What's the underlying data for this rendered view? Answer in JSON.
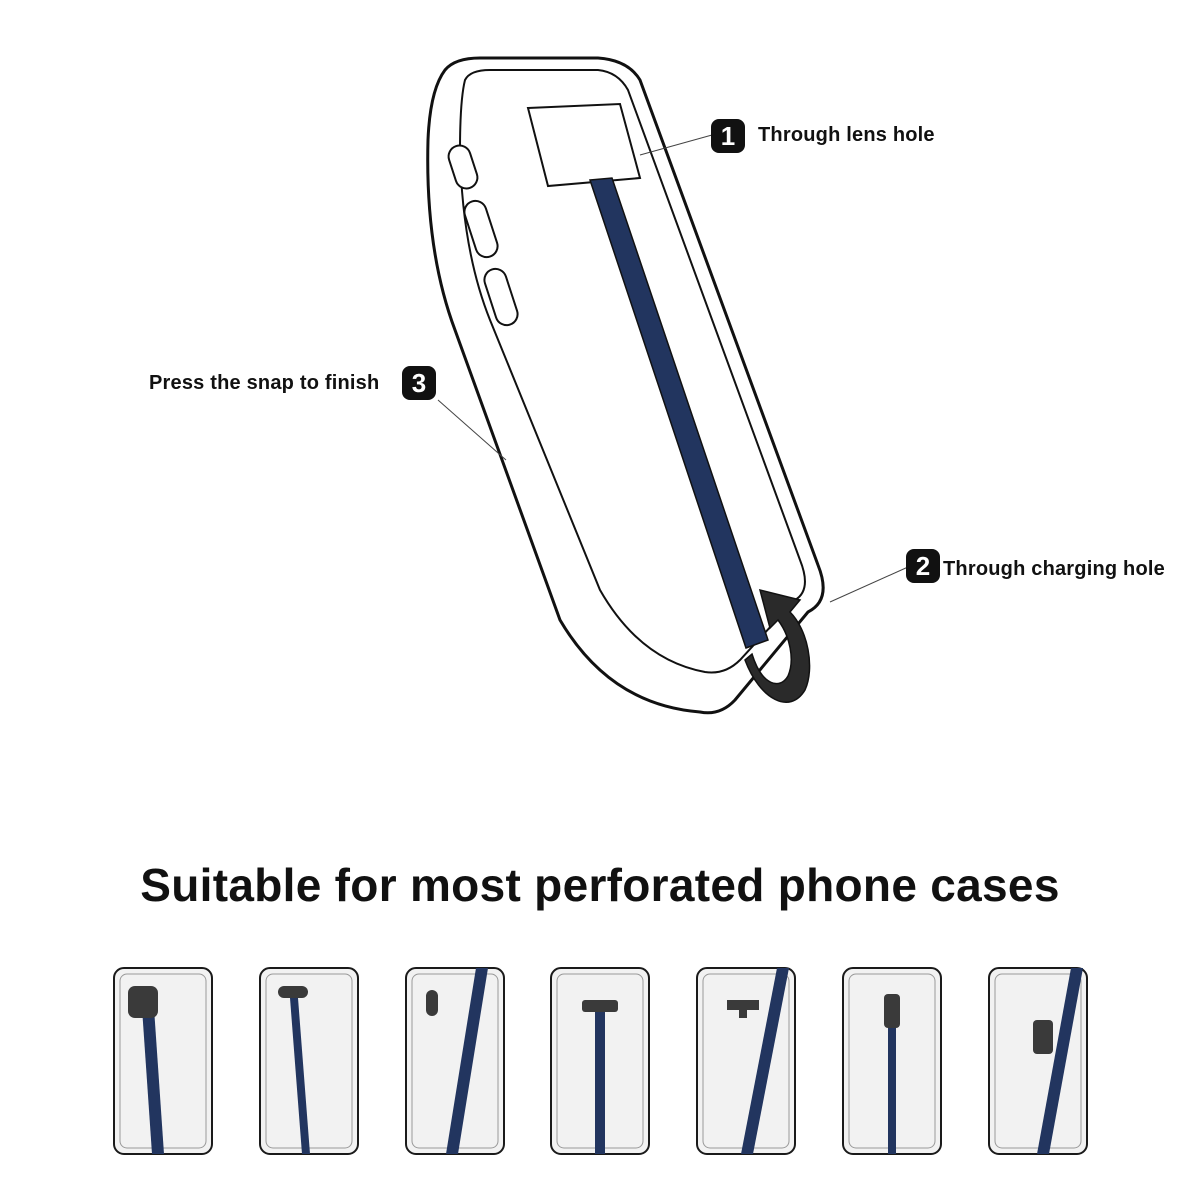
{
  "callouts": {
    "step1": {
      "number": "1",
      "label": "Through lens hole"
    },
    "step2": {
      "number": "2",
      "label": "Through charging hole"
    },
    "step3": {
      "number": "3",
      "label": "Press the snap to finish"
    }
  },
  "headline": "Suitable for most perforated phone cases",
  "colors": {
    "strap": "#22355f",
    "outline": "#1a1a1a",
    "case_fill": "#ffffff",
    "thumb_fill": "#f2f2f2",
    "lens_dark": "#3a3a3a",
    "arrow": "#2a2a2a"
  },
  "case_variants": [
    {
      "name": "square-lens-center-strap",
      "icon": "square-lens"
    },
    {
      "name": "pill-lens-center-strap",
      "icon": "pill-lens"
    },
    {
      "name": "oval-lens-diagonal-strap",
      "icon": "oval-lens"
    },
    {
      "name": "t-bar-lens-center-strap",
      "icon": "t-bar-lens"
    },
    {
      "name": "t-hook-lens-diagonal-strap",
      "icon": "t-hook-lens"
    },
    {
      "name": "vertical-bar-lens-center-strap",
      "icon": "vertical-bar-lens"
    },
    {
      "name": "small-rect-lens-diagonal-strap",
      "icon": "small-rect-lens"
    }
  ]
}
